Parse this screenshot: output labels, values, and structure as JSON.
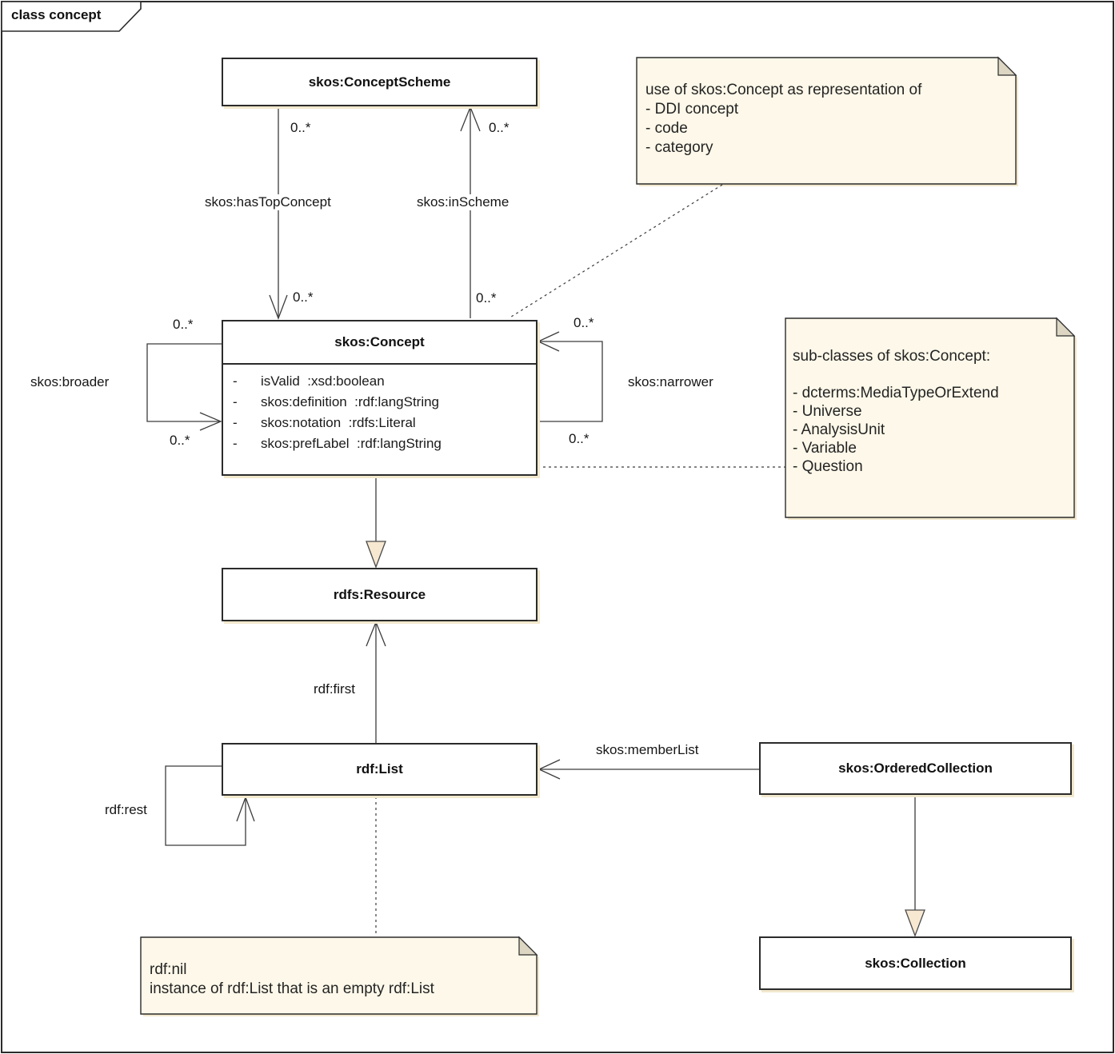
{
  "frame": {
    "title": "class concept"
  },
  "classes": {
    "conceptScheme": {
      "name": "skos:ConceptScheme"
    },
    "concept": {
      "name": "skos:Concept",
      "attributes": [
        {
          "vis": "-",
          "text": "isValid  :xsd:boolean"
        },
        {
          "vis": "-",
          "text": "skos:definition  :rdf:langString"
        },
        {
          "vis": "-",
          "text": "skos:notation  :rdfs:Literal"
        },
        {
          "vis": "-",
          "text": "skos:prefLabel  :rdf:langString"
        }
      ]
    },
    "resource": {
      "name": "rdfs:Resource"
    },
    "rdfList": {
      "name": "rdf:List"
    },
    "orderedCollection": {
      "name": "skos:OrderedCollection"
    },
    "collection": {
      "name": "skos:Collection"
    }
  },
  "connectors": {
    "hasTopConcept": {
      "label": "skos:hasTopConcept",
      "mult_top": "0..*",
      "mult_bottom": "0..*"
    },
    "inScheme": {
      "label": "skos:inScheme",
      "mult_top": "0..*",
      "mult_bottom": "0..*"
    },
    "broader": {
      "label": "skos:broader",
      "mult_top": "0..*",
      "mult_bottom": "0..*"
    },
    "narrower": {
      "label": "skos:narrower",
      "mult_top": "0..*",
      "mult_bottom": "0..*"
    },
    "first": {
      "label": "rdf:first"
    },
    "rest": {
      "label": "rdf:rest"
    },
    "memberList": {
      "label": "skos:memberList"
    }
  },
  "notes": {
    "usage": {
      "lines": [
        "use of skos:Concept as representation of",
        "- DDI concept",
        "- code",
        "- category"
      ]
    },
    "subclasses": {
      "lines": [
        "sub-classes of skos:Concept:",
        "",
        "- dcterms:MediaTypeOrExtend",
        "- Universe",
        "- AnalysisUnit",
        "- Variable",
        "- Question"
      ]
    },
    "nil": {
      "lines": [
        "rdf:nil",
        "instance of rdf:List that is an empty rdf:List"
      ]
    }
  },
  "colors": {
    "note_fill": "#fdf8e9",
    "note_fold": "#dcd6c3",
    "shadow": "#f2e8cd",
    "triangle_fill": "#f7e8d2",
    "line": "#3c3c3c",
    "border": "#2b2b2b"
  }
}
